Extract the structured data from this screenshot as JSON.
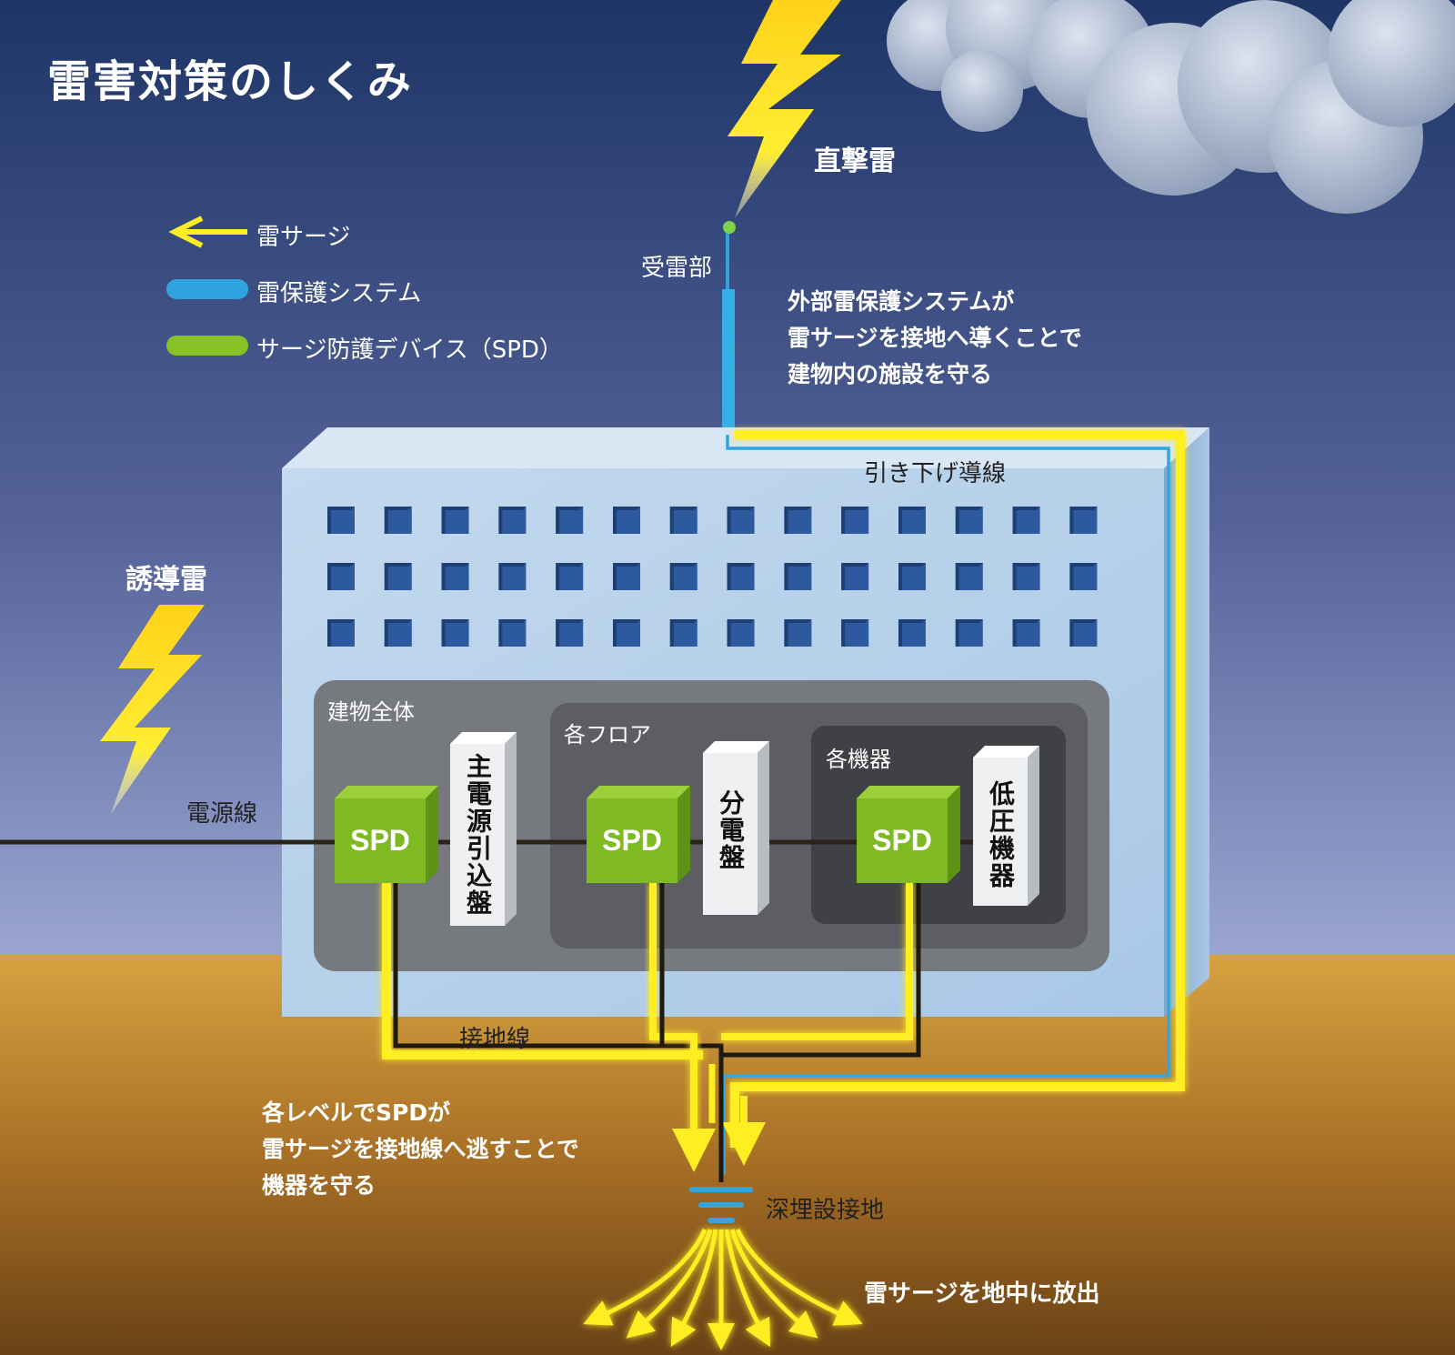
{
  "title": "雷害対策のしくみ",
  "legend": [
    {
      "label": "雷サージ",
      "icon": "yellow-arrow-icon",
      "color": "#f5e51a"
    },
    {
      "label": "雷保護システム",
      "icon": "blue-line-icon",
      "color": "#2ea3e0"
    },
    {
      "label": "サージ防護デバイス（SPD）",
      "icon": "green-line-icon",
      "color": "#86c126"
    }
  ],
  "labels": {
    "direct_lightning": "直撃雷",
    "air_terminal": "受雷部",
    "induced_lightning": "誘導雷",
    "power_line": "電源線",
    "down_conductor": "引き下げ導線",
    "ground_wire": "接地線",
    "deep_ground": "深埋設接地",
    "discharge": "雷サージを地中に放出"
  },
  "notes": {
    "external_lines": [
      "外部雷保護システムが",
      "雷サージを接地へ導くことで",
      "建物内の施設を守る"
    ],
    "spd_lines": [
      "各レベルでSPDが",
      "雷サージを接地線へ逃すことで",
      "機器を守る"
    ]
  },
  "zones": {
    "building": "建物全体",
    "floor": "各フロア",
    "equipment": "各機器"
  },
  "spd_label": "SPD",
  "panels": {
    "main": "主電源引込盤",
    "distribution": "分電盤",
    "low_voltage": "低圧機器"
  },
  "colors": {
    "sky_top": "#1e3566",
    "sky_bottom": "#8e9cca",
    "ground_top": "#d8a544",
    "ground_bottom": "#7a4e1c",
    "surge": "#ffee22",
    "protection": "#33a6de",
    "spd": "#7fba22"
  }
}
